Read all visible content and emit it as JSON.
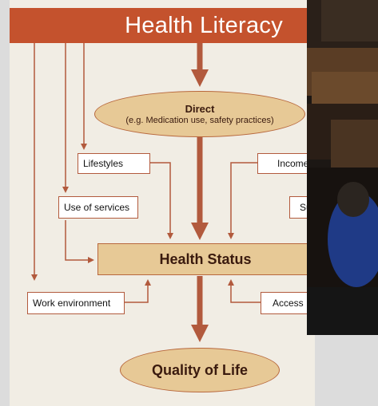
{
  "title": "Health Literacy",
  "nodes": {
    "direct": {
      "title": "Direct",
      "subtitle": "(e.g. Medication use, safety practices)"
    },
    "health_status": "Health Status",
    "quality_of_life": "Quality of Life"
  },
  "factors_left": [
    "Lifestyles",
    "Use of services",
    "Work environment"
  ],
  "factors_right": [
    "Income",
    "Sup",
    "Access"
  ],
  "colors": {
    "title_bar": "#c4522d",
    "arrow": "#b25a3d",
    "node_fill": "#e7c996",
    "background": "#f1ede4"
  },
  "photo": {
    "description_icon": "classroom-photo"
  }
}
